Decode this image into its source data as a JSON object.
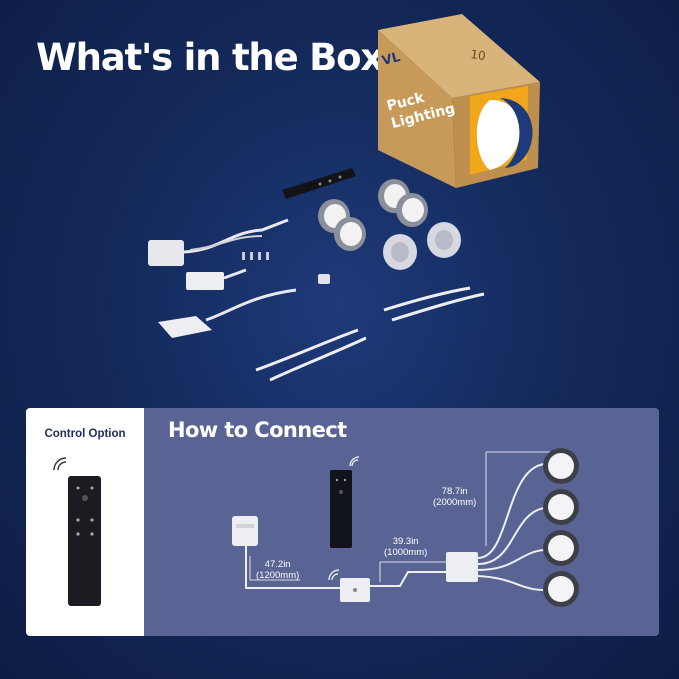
{
  "header": {
    "title": "What's in the Box"
  },
  "box": {
    "product_name_line1": "Puck",
    "product_name_line2": "Lighting",
    "brand_mark": "VL"
  },
  "control": {
    "title": "Control Option"
  },
  "connect": {
    "title": "How to Connect",
    "lengths": {
      "long_cable": {
        "inches": "78.7in",
        "mm": "(2000mm)"
      },
      "mid_cable": {
        "inches": "39.3in",
        "mm": "(1000mm)"
      },
      "power_cable": {
        "inches": "47.2in",
        "mm": "(1200mm)"
      }
    }
  },
  "icons": [
    "remote-control-icon",
    "power-adapter-icon",
    "controller-box-icon",
    "splitter-icon",
    "puck-light-icon",
    "wireless-signal-icon"
  ],
  "colors": {
    "background": "#142a5c",
    "panel": "#5a6494",
    "box_kraft": "#c89a5a",
    "box_accent": "#f2a71b"
  }
}
